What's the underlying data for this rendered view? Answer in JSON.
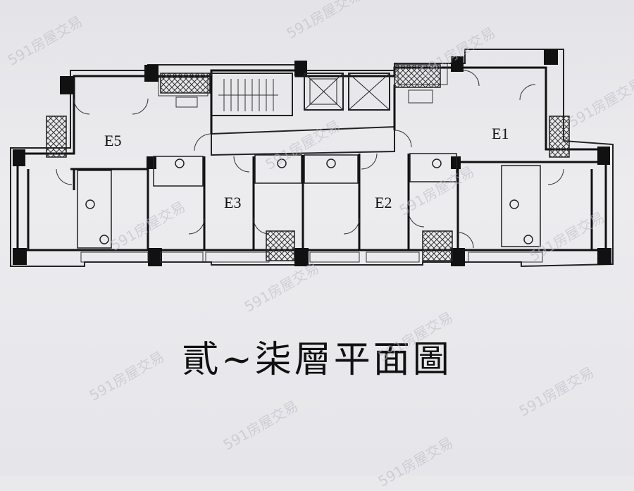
{
  "plan": {
    "units": [
      "E5",
      "E3",
      "E2",
      "E1"
    ]
  },
  "caption": "貳~柒層平面圖",
  "watermark": "591房屋交易"
}
